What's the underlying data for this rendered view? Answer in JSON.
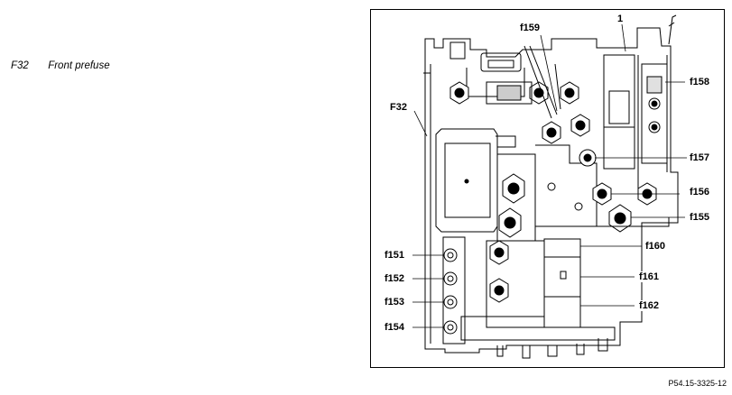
{
  "legend": {
    "item_code": "F32",
    "item_label": "Front prefuse"
  },
  "figure": {
    "reference": "P54.15-3325-12",
    "callouts": {
      "c1": "1",
      "f159": "f159",
      "f158": "f158",
      "F32": "F32",
      "f157": "f157",
      "f156": "f156",
      "f155": "f155",
      "f160": "f160",
      "f151": "f151",
      "f161": "f161",
      "f152": "f152",
      "f153": "f153",
      "f162": "f162",
      "f154": "f154"
    }
  }
}
